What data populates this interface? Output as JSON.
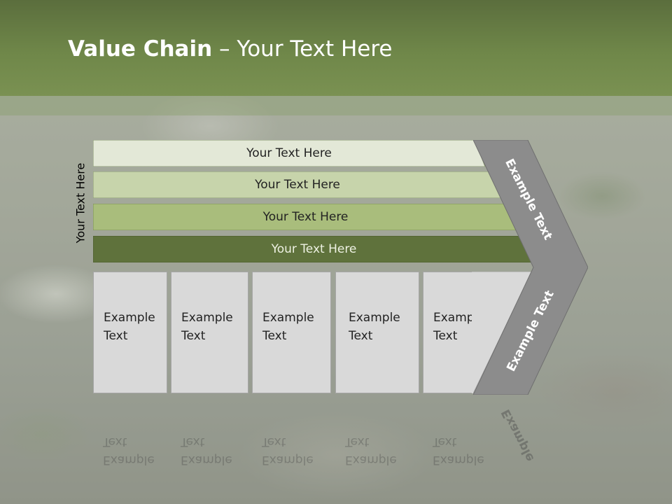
{
  "title": {
    "bold": "Value Chain",
    "rest": " – Your Text Here"
  },
  "side_label": "Your Text Here",
  "bars": [
    {
      "label": "Your Text Here",
      "fill": "#e3e8d7"
    },
    {
      "label": "Your Text Here",
      "fill": "#c7d4ab"
    },
    {
      "label": "Your Text Here",
      "fill": "#a9bd7c"
    },
    {
      "label": "Your Text Here",
      "fill": "#5f723c"
    }
  ],
  "boxes": [
    {
      "line1": "Example",
      "line2": "Text"
    },
    {
      "line1": "Example",
      "line2": "Text"
    },
    {
      "line1": "Example",
      "line2": "Text"
    },
    {
      "line1": "Example",
      "line2": "Text"
    },
    {
      "line1": "Example",
      "line2": "Text"
    }
  ],
  "chevron": {
    "upper_label": "Example Text",
    "lower_label": "Example Text",
    "fill": "#8c8c8c"
  },
  "colors": {
    "header": "#6f8749",
    "box": "#d9d9d9"
  }
}
